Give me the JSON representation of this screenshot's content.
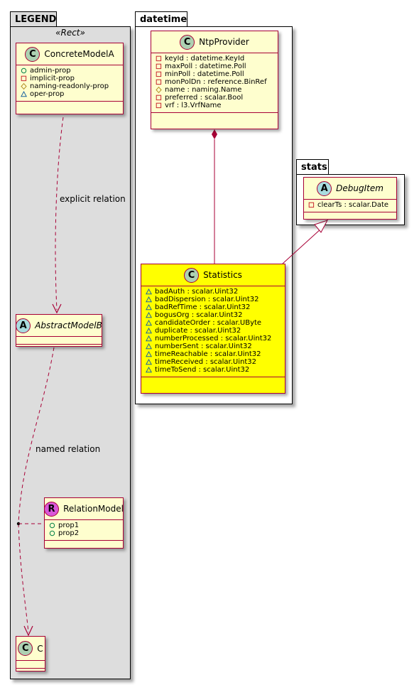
{
  "packages": {
    "legend": {
      "title": "LEGEND",
      "stereotype": "«Rect»"
    },
    "datetime": {
      "title": "datetime"
    },
    "stats": {
      "title": "stats"
    }
  },
  "colors": {
    "class_fill": "#fefece",
    "class_border": "#a80036",
    "highlight_fill": "#ffff00",
    "legend_bg": "#dddddd",
    "badge_class": "#add1b2",
    "badge_abstract": "#a9dcdf",
    "badge_relation": "#d957d9"
  },
  "classes": {
    "concreteA": {
      "badge": "C",
      "name": "ConcreteModelA",
      "attrs": [
        {
          "vis": "public",
          "text": "admin-prop"
        },
        {
          "vis": "private",
          "text": "implicit-prop"
        },
        {
          "vis": "protected",
          "text": "naming-readonly-prop"
        },
        {
          "vis": "package",
          "text": "oper-prop"
        }
      ]
    },
    "abstractB": {
      "badge": "A",
      "name": "AbstractModelB",
      "attrs": []
    },
    "relationModel": {
      "badge": "R",
      "name": "RelationModel",
      "attrs": [
        {
          "vis": "public",
          "text": "prop1"
        },
        {
          "vis": "public",
          "text": "prop2"
        }
      ]
    },
    "c": {
      "badge": "C",
      "name": "C",
      "attrs": []
    },
    "ntpProvider": {
      "badge": "C",
      "name": "NtpProvider",
      "attrs": [
        {
          "vis": "private",
          "text": "keyId : datetime.KeyId"
        },
        {
          "vis": "private",
          "text": "maxPoll : datetime.Poll"
        },
        {
          "vis": "private",
          "text": "minPoll : datetime.Poll"
        },
        {
          "vis": "private",
          "text": "monPolDn : reference.BinRef"
        },
        {
          "vis": "protected",
          "text": "name : naming.Name"
        },
        {
          "vis": "private",
          "text": "preferred : scalar.Bool"
        },
        {
          "vis": "private",
          "text": "vrf : l3.VrfName"
        }
      ]
    },
    "debugItem": {
      "badge": "A",
      "name": "DebugItem",
      "attrs": [
        {
          "vis": "private",
          "text": "clearTs : scalar.Date"
        }
      ]
    },
    "statistics": {
      "badge": "C",
      "name": "Statistics",
      "attrs": [
        {
          "vis": "package",
          "text": "badAuth : scalar.Uint32"
        },
        {
          "vis": "package",
          "text": "badDispersion : scalar.Uint32"
        },
        {
          "vis": "package",
          "text": "badRefTime : scalar.Uint32"
        },
        {
          "vis": "package",
          "text": "bogusOrg : scalar.Uint32"
        },
        {
          "vis": "package",
          "text": "candidateOrder : scalar.UByte"
        },
        {
          "vis": "package",
          "text": "duplicate : scalar.Uint32"
        },
        {
          "vis": "package",
          "text": "numberProcessed : scalar.Uint32"
        },
        {
          "vis": "package",
          "text": "numberSent : scalar.Uint32"
        },
        {
          "vis": "package",
          "text": "timeReachable : scalar.Uint32"
        },
        {
          "vis": "package",
          "text": "timeReceived : scalar.Uint32"
        },
        {
          "vis": "package",
          "text": "timeToSend : scalar.Uint32"
        }
      ]
    }
  },
  "relations": {
    "explicit": "explicit relation",
    "named": "named relation"
  }
}
